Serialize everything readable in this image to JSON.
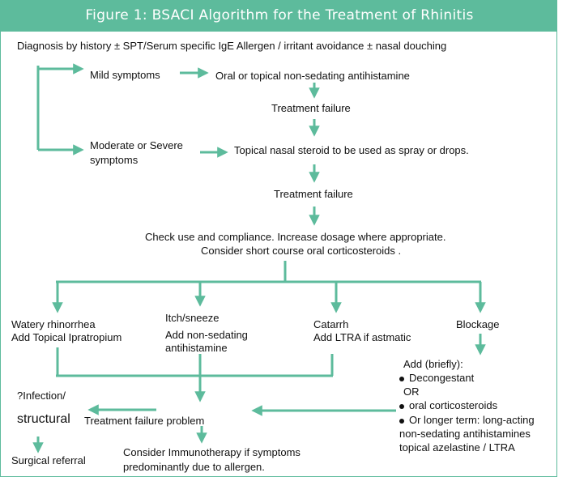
{
  "title": "Figure 1: BSACI Algorithm for the Treatment of Rhinitis",
  "colors": {
    "accent": "#5dbb9c",
    "text": "#111111",
    "background": "#ffffff"
  },
  "diagnosis": "Diagnosis by history ± SPT/Serum specific IgE Allergen / irritant avoidance ±    nasal douching",
  "mild": {
    "label": "Mild symptoms",
    "treatment": "Oral or topical non-sedating antihistamine",
    "failure": "Treatment failure"
  },
  "moderate": {
    "label_line1": "Moderate or Severe",
    "label_line2": "symptoms",
    "treatment": "Topical  nasal steroid   to be used  as  spray or drops.",
    "failure": "Treatment failure"
  },
  "check": {
    "line1": "Check use and compliance. Increase dosage where appropriate.",
    "line2": "Consider short course oral corticosteroids ."
  },
  "branches": {
    "watery": {
      "line1": "Watery rhinorrhea",
      "line2": "Add Topical Ipratropium"
    },
    "itch": {
      "line1": "Itch/sneeze",
      "line2": "Add non-sedating",
      "line3": "antihistamine"
    },
    "catarrh": {
      "line1": "Catarrh",
      "line2": "Add LTRA  if astmatic"
    },
    "blockage": {
      "line1": "Blockage"
    }
  },
  "blockage_add": {
    "heading": "Add (briefly):",
    "item1": "Decongestant",
    "or": "OR",
    "item2": "oral corticosteroids",
    "item3": "Or longer term: long-acting",
    "item3_line2": "non-sedating antihistamines",
    "item3_line3": "topical azelastine / LTRA"
  },
  "bottom": {
    "infection": "?Infection/",
    "structural": "structural",
    "failure_problem": "Treatment failure problem",
    "surgical": "Surgical referral",
    "immuno_line1": "Consider  Immunotherapy  if symptoms",
    "immuno_line2": "predominantly due to allergen."
  }
}
